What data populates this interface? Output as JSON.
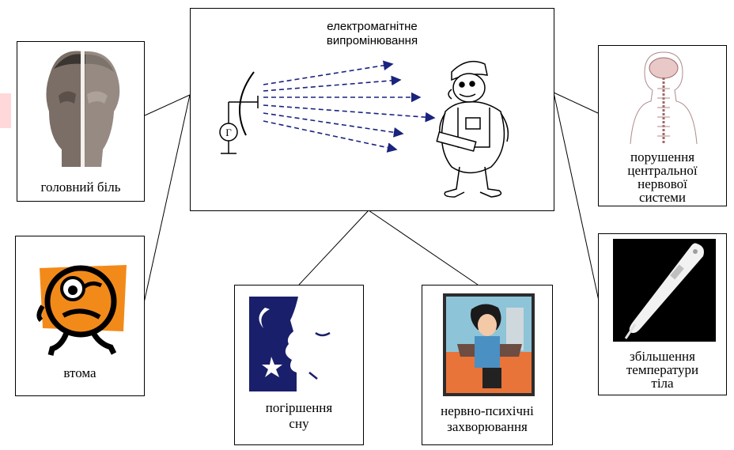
{
  "center": {
    "title_line1": "електромагнітне",
    "title_line2": "випромінювання",
    "generator_letter": "Г"
  },
  "effects": [
    {
      "id": "headache",
      "line1": "головний біль",
      "icon": "split-head-statue-icon"
    },
    {
      "id": "fatigue",
      "line1": "втома",
      "icon": "tired-face-icon"
    },
    {
      "id": "sleep",
      "line1": "погіршення",
      "line2": "сну",
      "icon": "moon-face-sleep-icon"
    },
    {
      "id": "neuro",
      "line1": "нервно-психічні",
      "line2": "захворювання",
      "icon": "distressed-person-icon"
    },
    {
      "id": "cns",
      "line1": "порушення",
      "line2": "центральної",
      "line3": "нервової",
      "line4": "системи",
      "icon": "nervous-system-icon"
    },
    {
      "id": "temp",
      "line1": "збільшення",
      "line2": "температури",
      "line3": "тіла",
      "icon": "thermometer-icon"
    }
  ],
  "colors": {
    "wave": "#1a237e",
    "night": "#1a1f6b",
    "orange": "#f28a1a",
    "thermo_bg": "#000000"
  }
}
